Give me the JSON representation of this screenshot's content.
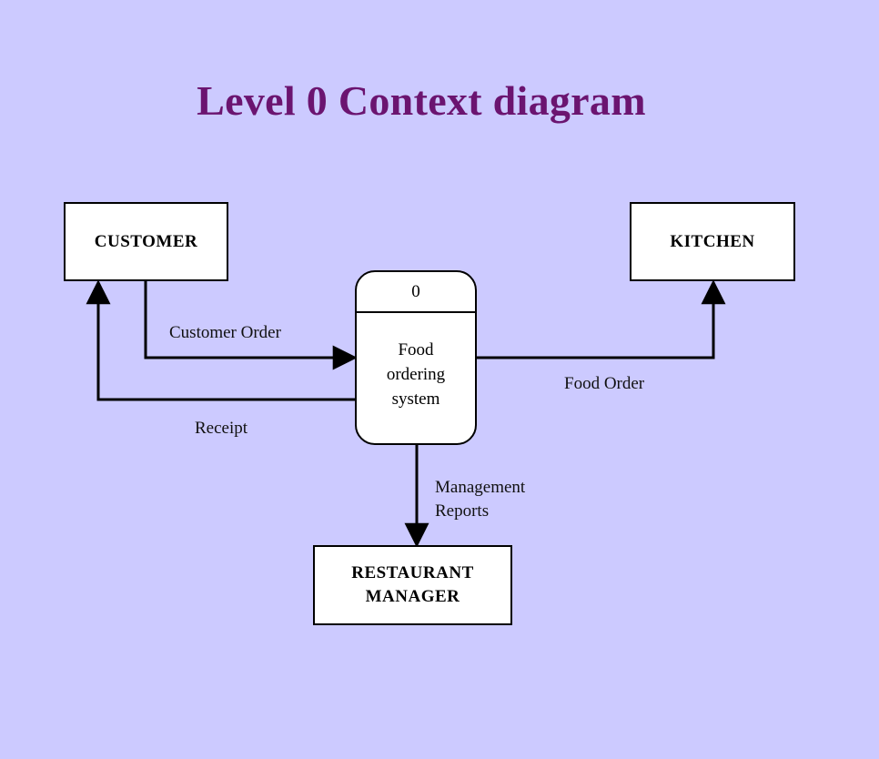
{
  "title": "Level 0 Context diagram",
  "entities": {
    "customer": "CUSTOMER",
    "kitchen": "KITCHEN",
    "manager": "RESTAURANT\nMANAGER"
  },
  "process": {
    "id": "0",
    "name": "Food\nordering\nsystem"
  },
  "flows": {
    "customer_order": "Customer Order",
    "receipt": "Receipt",
    "food_order": "Food Order",
    "management_reports": "Management\nReports"
  },
  "colors": {
    "background": "#cccaff",
    "title": "#6b1470",
    "box": "#ffffff",
    "line": "#000000"
  }
}
